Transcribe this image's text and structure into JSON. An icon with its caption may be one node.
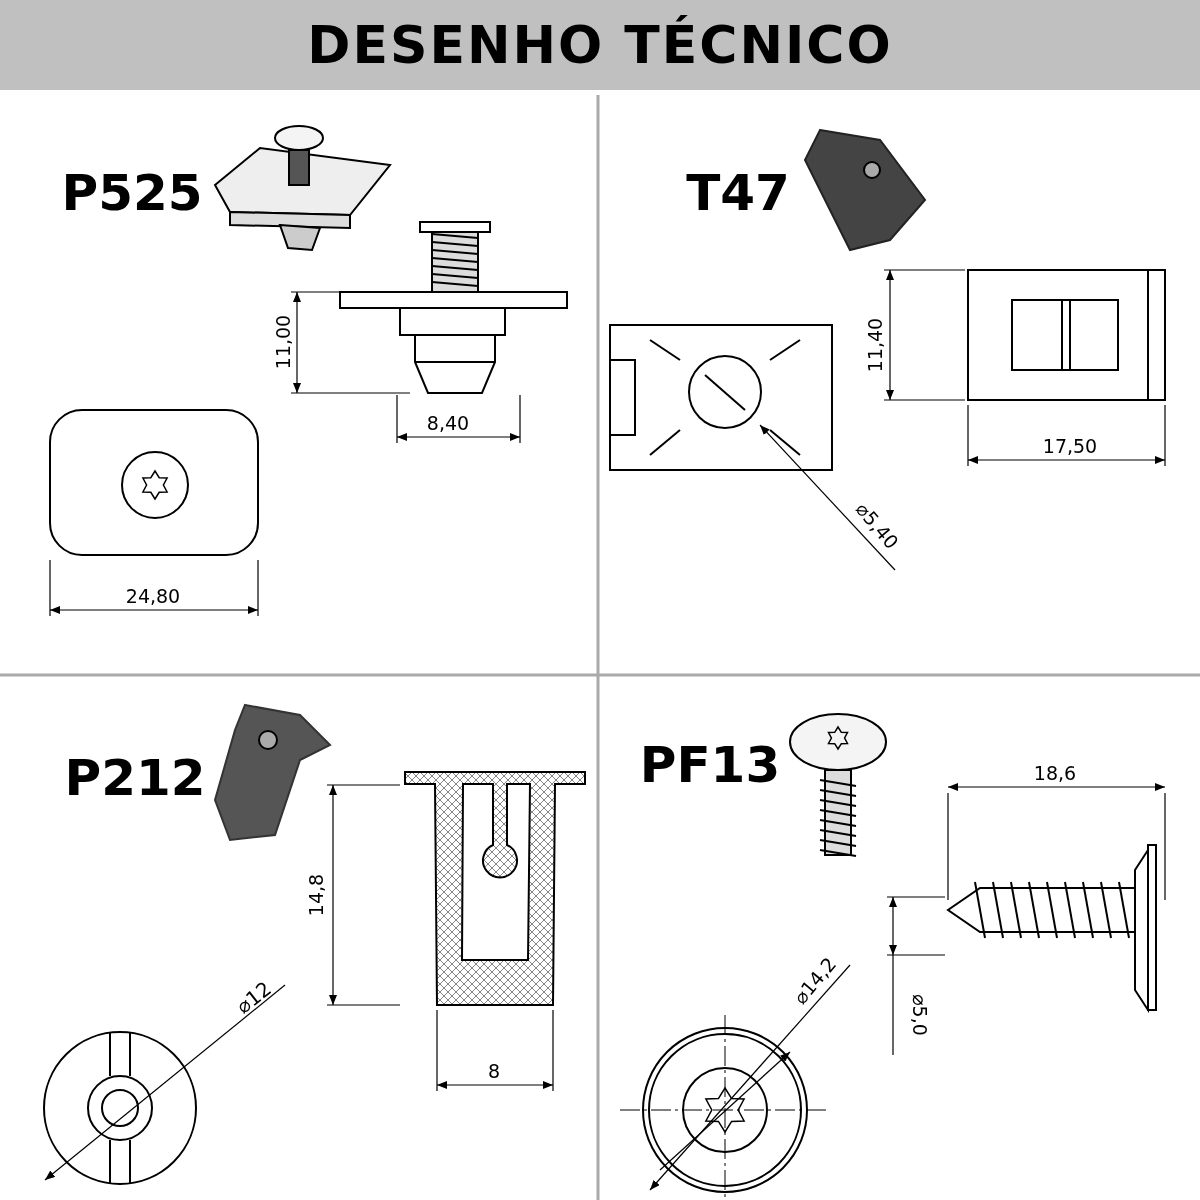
{
  "diagram": {
    "title": "DESENHO TÉCNICO",
    "labels": [
      "P525",
      "11,00",
      "8,40",
      "24,80",
      "T47",
      "11,40",
      "17,50",
      "⌀5,40",
      "P212",
      "14,8",
      "⌀12",
      "8",
      "PF13",
      "18,6",
      "⌀14,2",
      "⌀5,0"
    ]
  }
}
